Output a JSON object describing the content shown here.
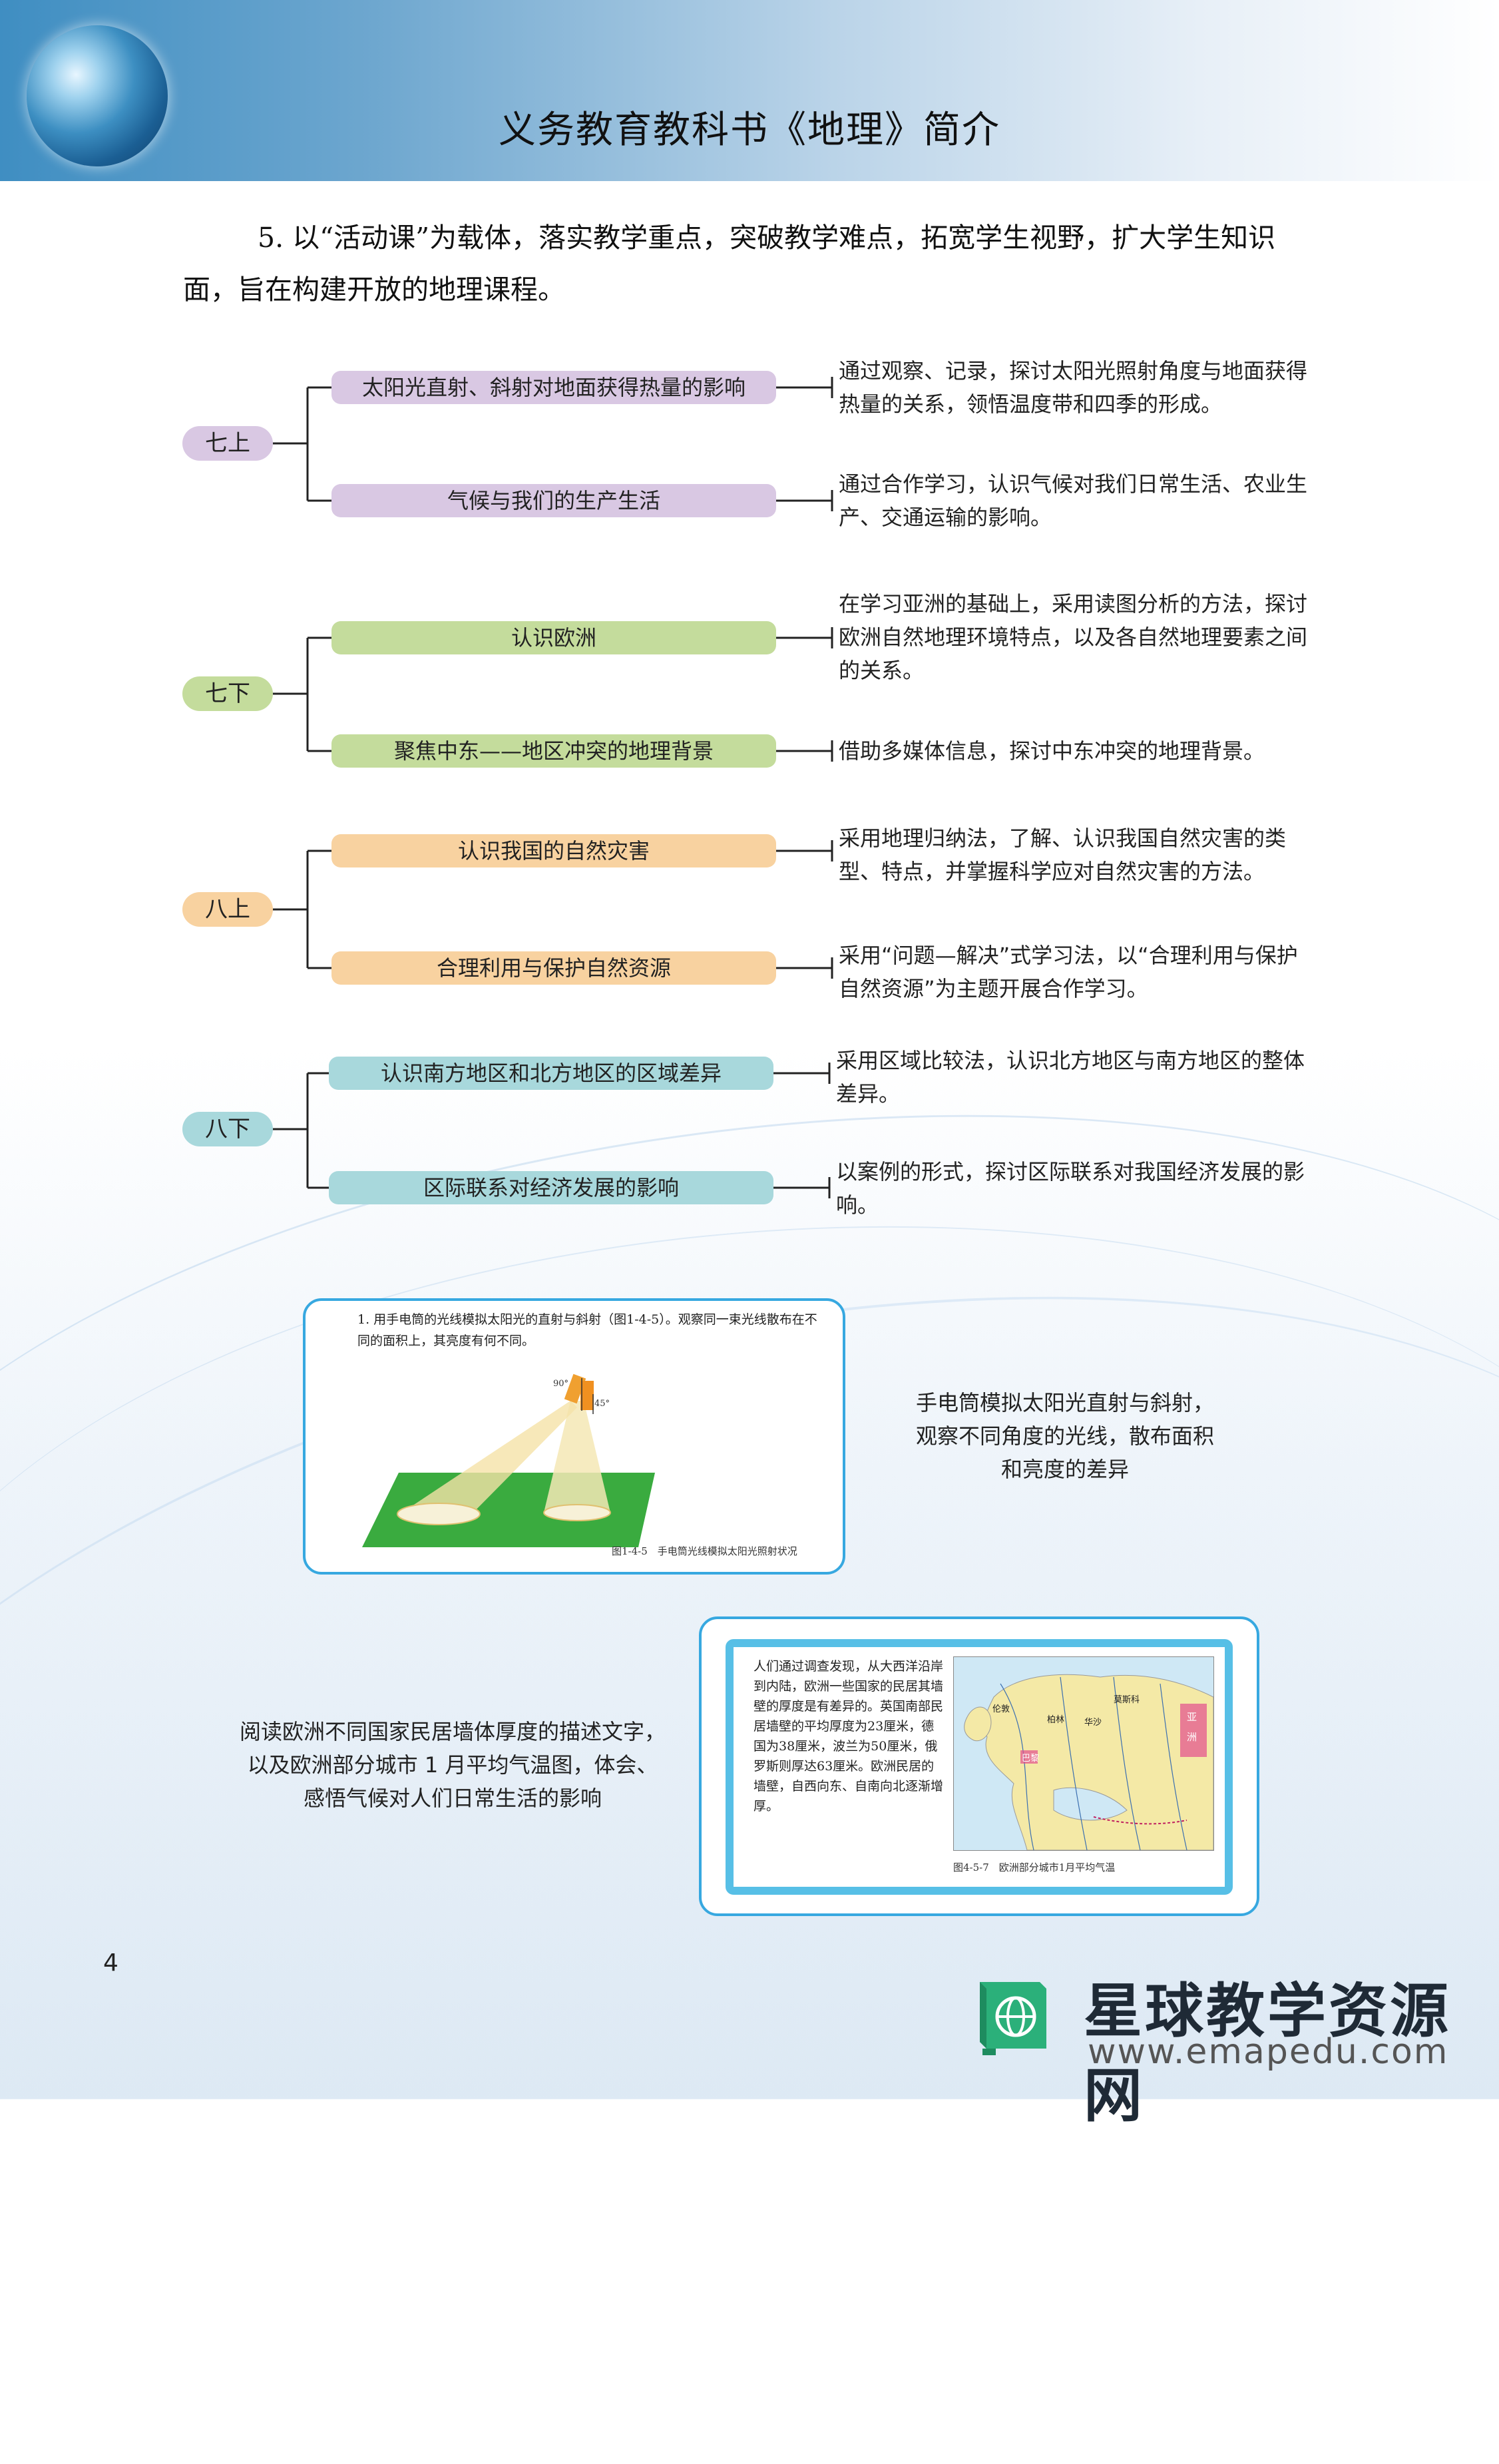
{
  "header": {
    "title": "义务教育教科书《地理》简介"
  },
  "intro": "5. 以“活动课”为载体，落实教学重点，突破教学难点，拓宽学生视野，扩大学生知识面，旨在构建开放的地理课程。",
  "tree": [
    {
      "grade": "七上",
      "items": [
        {
          "topic": "太阳光直射、斜射对地面获得热量的影响",
          "desc": "通过观察、记录，探讨太阳光照射角度与地面获得热量的关系，领悟温度带和四季的形成。"
        },
        {
          "topic": "气候与我们的生产生活",
          "desc": "通过合作学习，认识气候对我们日常生活、农业生产、交通运输的影响。"
        }
      ]
    },
    {
      "grade": "七下",
      "items": [
        {
          "topic": "认识欧洲",
          "desc": "在学习亚洲的基础上，采用读图分析的方法，探讨欧洲自然地理环境特点，以及各自然地理要素之间的关系。"
        },
        {
          "topic": "聚焦中东——地区冲突的地理背景",
          "desc": "借助多媒体信息，探讨中东冲突的地理背景。"
        }
      ]
    },
    {
      "grade": "八上",
      "items": [
        {
          "topic": "认识我国的自然灾害",
          "desc": "采用地理归纳法，了解、认识我国自然灾害的类型、特点，并掌握科学应对自然灾害的方法。"
        },
        {
          "topic": "合理利用与保护自然资源",
          "desc": "采用“问题—解决”式学习法，以“合理利用与保护自然资源”为主题开展合作学习。"
        }
      ]
    },
    {
      "grade": "八下",
      "items": [
        {
          "topic": "认识南方地区和北方地区的区域差异",
          "desc": "采用区域比较法，认识北方地区与南方地区的整体差异。"
        },
        {
          "topic": "区际联系对经济发展的影响",
          "desc": "以案例的形式，探讨区际联系对我国经济发展的影响。"
        }
      ]
    }
  ],
  "figure1": {
    "text": "1. 用手电筒的光线模拟太阳光的直射与斜射（图1-4-5）。观察同一束光线散布在不同的面积上，其亮度有何不同。",
    "angle_a": "90°",
    "angle_b": "45°",
    "caption": "图1-4-5　手电筒光线模拟太阳光照射状况",
    "note": [
      "手电筒模拟太阳光直射与斜射，",
      "观察不同角度的光线，散布面积",
      "和亮度的差异"
    ]
  },
  "figure2": {
    "text": "人们通过调查发现，从大西洋沿岸到内陆，欧洲一些国家的民居其墙壁的厚度是有差异的。英国南部民居墙壁的平均厚度为23厘米，德国为38厘米，波兰为50厘米，俄罗斯则厚达63厘米。欧洲民居的墙壁，自西向东、自南向北逐渐增厚。",
    "caption": "图4-5-7　欧洲部分城市1月平均气温",
    "map_labels": [
      "伦敦",
      "柏林",
      "莫斯科",
      "华沙",
      "亚",
      "洲",
      "巴黎"
    ],
    "note": [
      "阅读欧洲不同国家民居墙体厚度的描述文字，",
      "以及欧洲部分城市 1 月平均气温图，体会、",
      "感悟气候对人们日常生活的影响"
    ]
  },
  "page_number": "4",
  "logo": {
    "name": "星球教学资源网",
    "url": "www.emapedu.com"
  },
  "colors": {
    "purple": "#d9c8e3",
    "green": "#c4dc9c",
    "orange": "#f8d2a0",
    "cyan": "#a8d8dc",
    "frame": "#37a8e0"
  }
}
